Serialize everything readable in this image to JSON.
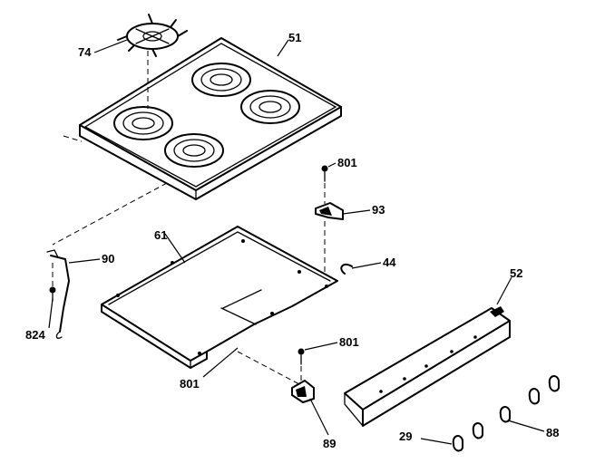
{
  "callouts": {
    "grate": "74",
    "cooktop": "51",
    "screw_top": "801",
    "bracket_top": "93",
    "burner_box": "61",
    "clip": "44",
    "wire": "90",
    "screw_left": "824",
    "trim": "52",
    "screw_mid": "801",
    "screw_bottom": "801",
    "bracket_bottom": "89",
    "knob_left": "29",
    "knob_right": "88"
  }
}
